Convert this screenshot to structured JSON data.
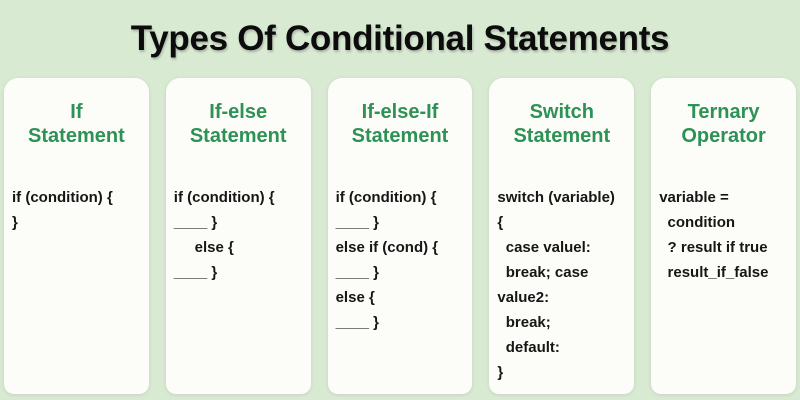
{
  "colors": {
    "background": "#d9ead3",
    "card-bg": "#fcfdf8",
    "accent-green": "#2e9156",
    "text-dark": "#161616"
  },
  "header": {
    "title": "Types Of Conditional Statements"
  },
  "cards": [
    {
      "title": "If\nStatement",
      "code": "if (condition) {\n}"
    },
    {
      "title": "If-else\nStatement",
      "code": "if (condition) {\n____ }\n     else {\n____ }"
    },
    {
      "title": "If-else-If\nStatement",
      "code": "if (condition) {\n____ }\nelse if (cond) {\n____ }\nelse {\n____ }"
    },
    {
      "title": "Switch\nStatement",
      "code": "switch (variable)\n{\n  case valuel:\n  break; case\nvalue2:\n  break;\n  default:\n}"
    },
    {
      "title": "Ternary\nOperator",
      "code": "variable =\n  condition\n  ? result if true\n  result_if_false"
    }
  ]
}
